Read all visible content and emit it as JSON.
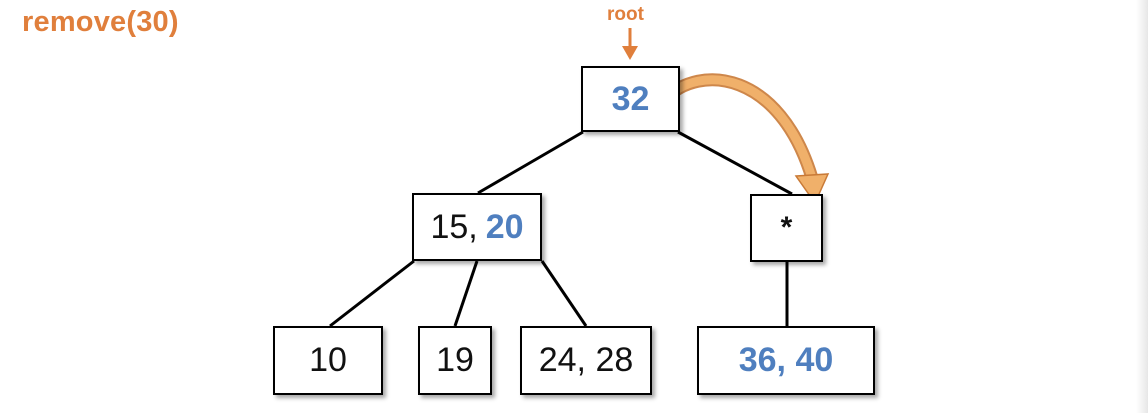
{
  "title": "remove(30)",
  "root_label": "root",
  "colors": {
    "accent": "#e07f3c",
    "highlight": "#4f7fbf",
    "edge": "#000000"
  },
  "nodes": {
    "root": {
      "highlight": "32"
    },
    "left": {
      "plain": "15, ",
      "highlight": "20"
    },
    "empty": {
      "symbol": "*"
    },
    "leaf_10": {
      "plain": "10"
    },
    "leaf_19": {
      "plain": "19"
    },
    "leaf_24_28": {
      "plain": "24, 28"
    },
    "leaf_36_40": {
      "highlight": "36, 40"
    }
  }
}
